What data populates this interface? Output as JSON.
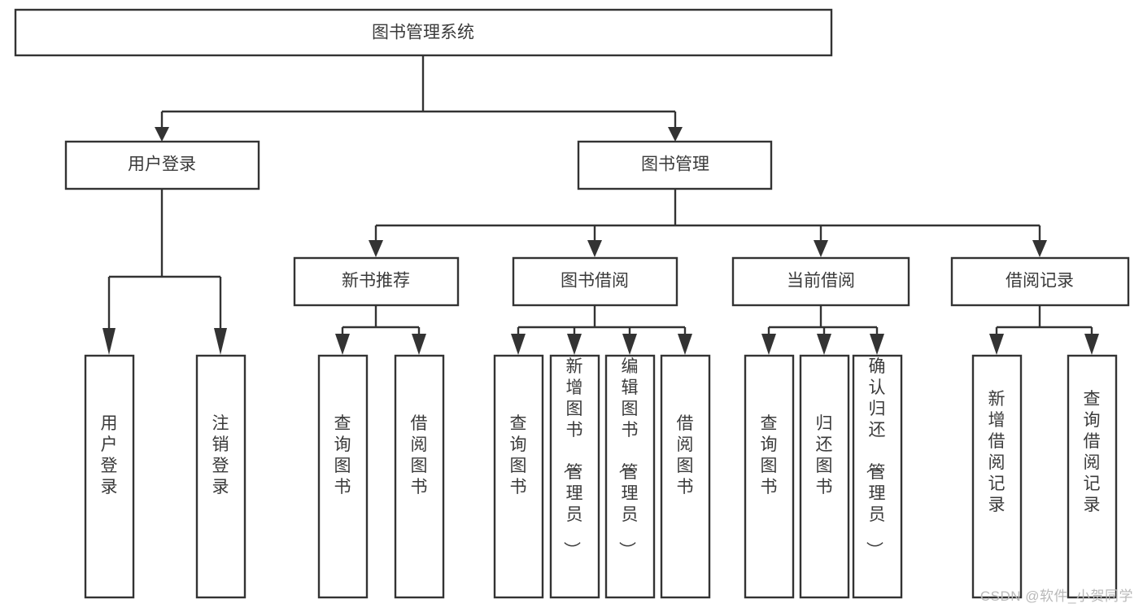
{
  "diagram": {
    "type": "tree-hierarchy",
    "orientation": "top-down",
    "root": {
      "id": "root",
      "label": "图书管理系统",
      "orientation": "horizontal"
    },
    "level2": [
      {
        "id": "user-login",
        "label": "用户登录",
        "orientation": "horizontal"
      },
      {
        "id": "book-manage",
        "label": "图书管理",
        "orientation": "horizontal"
      }
    ],
    "level3": [
      {
        "id": "new-book-recommend",
        "label": "新书推荐",
        "parent": "book-manage",
        "orientation": "horizontal"
      },
      {
        "id": "book-borrow",
        "label": "图书借阅",
        "parent": "book-manage",
        "orientation": "horizontal"
      },
      {
        "id": "current-borrow",
        "label": "当前借阅",
        "parent": "book-manage",
        "orientation": "horizontal"
      },
      {
        "id": "borrow-record",
        "label": "借阅记录",
        "parent": "book-manage",
        "orientation": "horizontal"
      }
    ],
    "leaves": [
      {
        "id": "leaf-user-login",
        "label": "用户登录",
        "parent": "user-login",
        "orientation": "vertical"
      },
      {
        "id": "leaf-logout-login",
        "label": "注销登录",
        "parent": "user-login",
        "orientation": "vertical"
      },
      {
        "id": "leaf-query-book-1",
        "label": "查询图书",
        "parent": "new-book-recommend",
        "orientation": "vertical"
      },
      {
        "id": "leaf-borrow-book-1",
        "label": "借阅图书",
        "parent": "new-book-recommend",
        "orientation": "vertical"
      },
      {
        "id": "leaf-query-book-2",
        "label": "查询图书",
        "parent": "book-borrow",
        "orientation": "vertical"
      },
      {
        "id": "leaf-add-book",
        "label": "新增图书（管理员）",
        "parent": "book-borrow",
        "orientation": "vertical"
      },
      {
        "id": "leaf-edit-book",
        "label": "编辑图书（管理员）",
        "parent": "book-borrow",
        "orientation": "vertical"
      },
      {
        "id": "leaf-borrow-book-2",
        "label": "借阅图书",
        "parent": "book-borrow",
        "orientation": "vertical"
      },
      {
        "id": "leaf-query-book-3",
        "label": "查询图书",
        "parent": "current-borrow",
        "orientation": "vertical"
      },
      {
        "id": "leaf-return-book",
        "label": "归还图书",
        "parent": "current-borrow",
        "orientation": "vertical"
      },
      {
        "id": "leaf-confirm-return",
        "label": "确认归还（管理员）",
        "parent": "current-borrow",
        "orientation": "vertical"
      },
      {
        "id": "leaf-add-record",
        "label": "新增借阅记录",
        "parent": "borrow-record",
        "orientation": "vertical"
      },
      {
        "id": "leaf-query-record",
        "label": "查询借阅记录",
        "parent": "borrow-record",
        "orientation": "vertical"
      }
    ]
  },
  "watermark": {
    "text": "CSDN @软件_小贺同学"
  },
  "colors": {
    "background": "#ffffff",
    "box_fill": "#ffffff",
    "box_stroke": "#333333",
    "text": "#3a3a3a",
    "connector": "#333333",
    "watermark": "#b9b9b9"
  }
}
